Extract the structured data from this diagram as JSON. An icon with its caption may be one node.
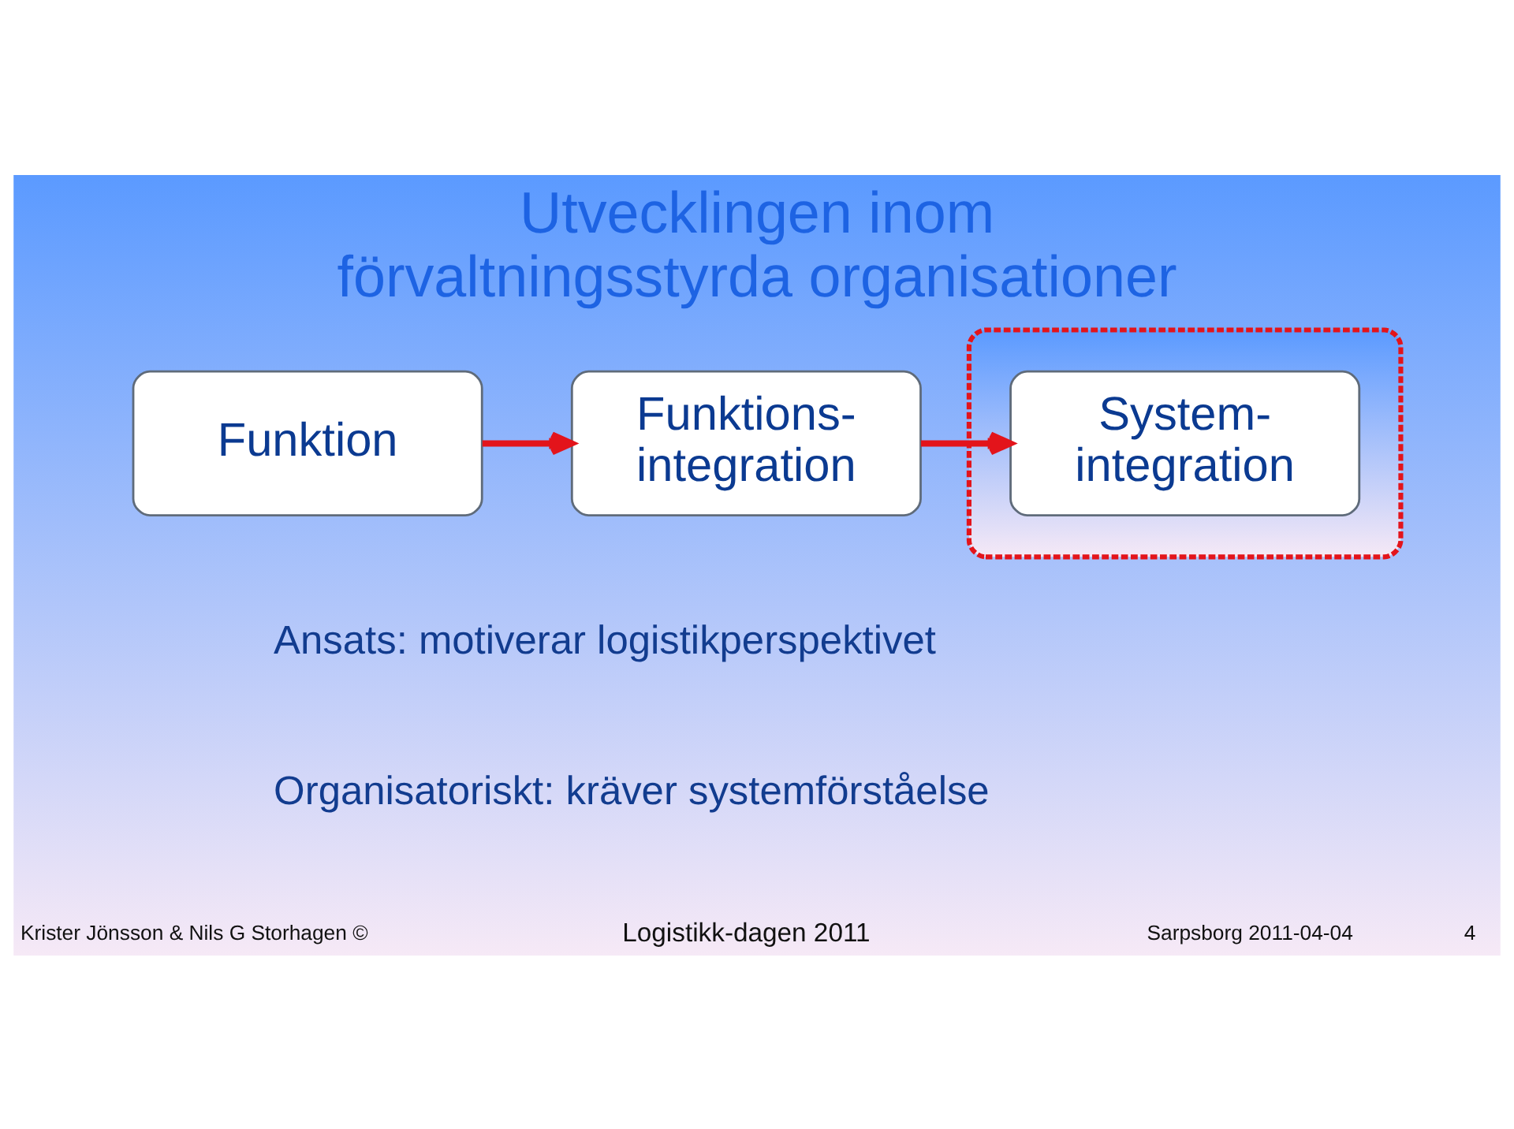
{
  "diagram": {
    "title": "Utvecklingen inom förvaltningsstyrda organisationer",
    "nodes": [
      {
        "text": [
          "Funktion"
        ]
      },
      {
        "text": [
          "Funktions- integration"
        ]
      },
      {
        "text": [],
        "shape": "ellipse"
      },
      {
        "text": [
          "System- integration"
        ],
        "in": 2
      }
    ],
    "edges": [
      {
        "from": 0,
        "to": 1,
        "arrow": "to"
      },
      {
        "from": 1,
        "to": 3,
        "arrow": "to"
      }
    ],
    "labels": [
      "Ansats: motiverar logistikperspektivet",
      "Organisatoriskt: kräver systemförståelse",
      "Krister Jönsson & Nils G Storhagen ©",
      "Logistikk-dagen 2011",
      "Sarpsborg 2011-04-04",
      "4"
    ]
  }
}
